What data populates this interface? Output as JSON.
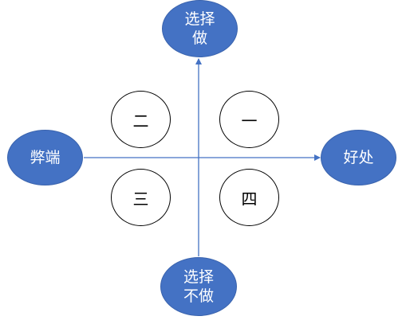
{
  "nodes": {
    "top": "选择\n做",
    "bottom": "选择\n不做",
    "left": "弊端",
    "right": "好处"
  },
  "quadrants": {
    "q1": "一",
    "q2": "二",
    "q3": "三",
    "q4": "四"
  },
  "colors": {
    "node_fill": "#4472c4",
    "axis_line": "#4472c4"
  }
}
